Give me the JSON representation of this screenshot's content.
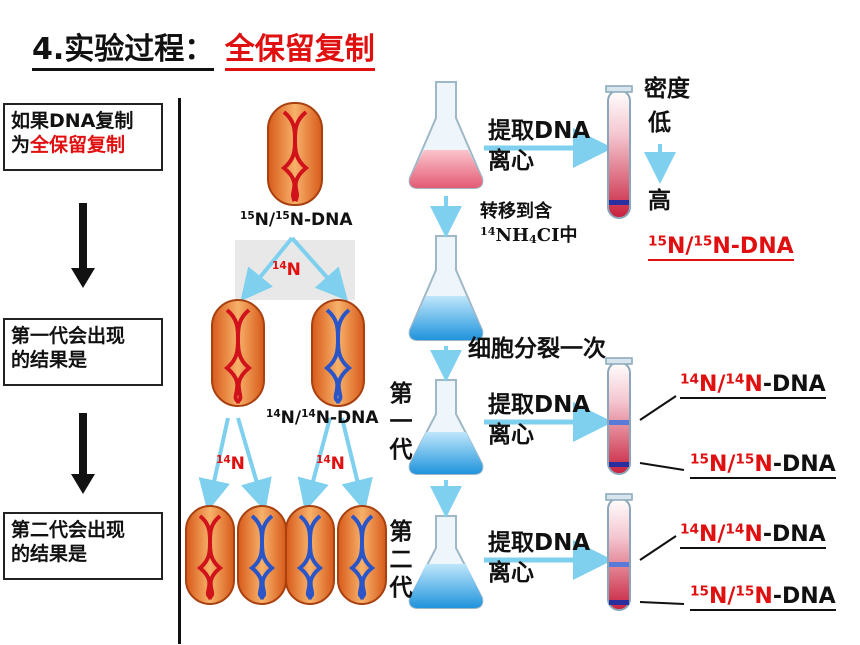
{
  "title": {
    "prefix": "4.实验过程：",
    "highlight": "全保留复制"
  },
  "left_boxes": [
    {
      "line1": "如果DNA复制",
      "line2_prefix": "为",
      "line2_highlight": "全保留复制"
    },
    {
      "line1": "第一代会出现",
      "line2": "的结果是"
    },
    {
      "line1": "第二代会出现",
      "line2": "的结果是"
    }
  ],
  "bacteria_labels": {
    "parent": {
      "iso1": "15",
      "mid": "N/",
      "iso2": "15",
      "tail": "N-DNA"
    },
    "branch1": {
      "iso": "14",
      "n": "N"
    },
    "gen1": {
      "iso1": "14",
      "mid": "N/",
      "iso2": "14",
      "tail": "N-DNA"
    },
    "branch2a": {
      "iso": "14",
      "n": "N"
    },
    "branch2b": {
      "iso": "14",
      "n": "N"
    }
  },
  "process": {
    "extract1": "提取DNA",
    "centrifuge1": "离心",
    "transfer_line1": "转移到含",
    "transfer_formula": {
      "iso": "14",
      "a": "NH",
      "sub": "4",
      "b": "CI中"
    },
    "divide": "细胞分裂一次",
    "gen1_vertical": [
      "第",
      "一",
      "代"
    ],
    "extract2": "提取DNA",
    "centrifuge2": "离心",
    "gen2_vertical": [
      "第",
      "二",
      "代"
    ],
    "extract3": "提取DNA",
    "centrifuge3": "离心"
  },
  "density": {
    "label": "密度",
    "low": "低",
    "high": "高"
  },
  "results": {
    "r0": {
      "iso1": "15",
      "mid": "N/",
      "iso2": "15",
      "tail": "N-DNA"
    },
    "g1_top": {
      "iso1": "14",
      "mid": "N/",
      "iso2": "14",
      "n2": "N",
      "tail": "-DNA"
    },
    "g1_bottom": {
      "iso1": "15",
      "mid": "N/",
      "iso2": "15",
      "n2": "N",
      "tail": "-DNA"
    },
    "g2_top": {
      "iso1": "14",
      "mid": "N/",
      "iso2": "14",
      "n2": "N",
      "tail": "-DNA"
    },
    "g2_bottom": {
      "iso1": "15",
      "mid": "N/",
      "iso2": "15",
      "n2": "N",
      "tail": "-DNA"
    }
  },
  "colors": {
    "accent_red": "#e01010",
    "heavy_band": "#2a2fa0",
    "light_band": "#5a7ad8",
    "arrow_blue": "#7fd0ee",
    "flask_red": "#f0869a",
    "flask_blue": "#39a6e6"
  }
}
